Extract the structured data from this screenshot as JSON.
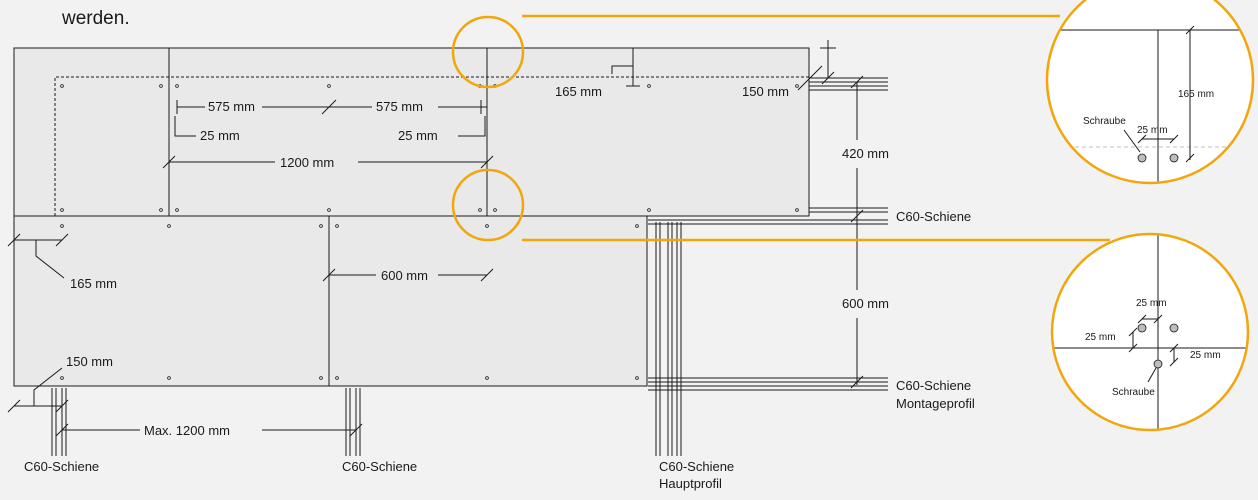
{
  "intro_text": "werden.",
  "colors": {
    "background": "#f2f2f2",
    "panel": "#e9e9e9",
    "line": "#1a1a1a",
    "highlight": "#f2a60d",
    "detail_bg": "#ffffff"
  },
  "dimensions": {
    "d575_left": "575 mm",
    "d575_right": "575 mm",
    "d25_left": "25 mm",
    "d25_right": "25 mm",
    "d1200": "1200 mm",
    "d165_top": "165 mm",
    "d150_top": "150 mm",
    "d420": "420 mm",
    "d600_v": "600 mm",
    "d600_h": "600 mm",
    "d165_left": "165 mm",
    "d150_left": "150 mm",
    "dmax1200": "Max. 1200 mm"
  },
  "rail_labels": {
    "rail_right_top": "C60-Schiene",
    "rail_right_bottom": "C60-Schiene",
    "rail_right_bottom_sub": "Montageprofil",
    "rail_bottom_1": "C60-Schiene",
    "rail_bottom_2": "C60-Schiene",
    "rail_bottom_3": "C60-Schiene",
    "rail_bottom_3_sub": "Hauptprofil"
  },
  "detail_top": {
    "screw_label": "Schraube",
    "d25": "25 mm",
    "d165": "165 mm"
  },
  "detail_bottom": {
    "d25_top": "25 mm",
    "d25_left": "25 mm",
    "d25_right": "25 mm",
    "screw_label": "Schraube"
  }
}
